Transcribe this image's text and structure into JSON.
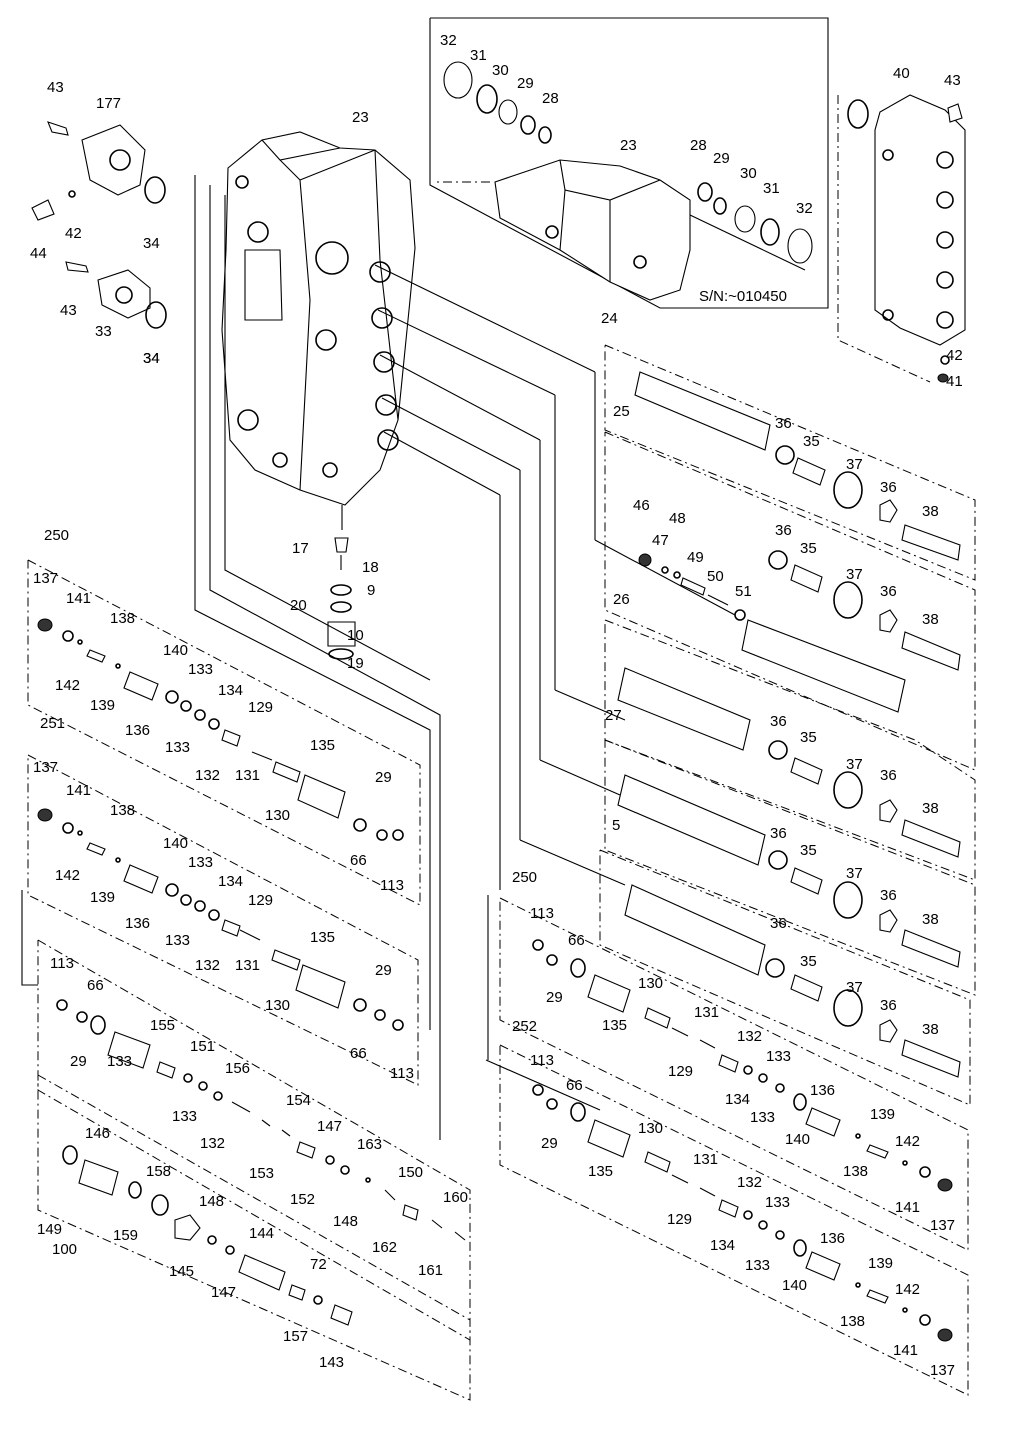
{
  "sn_note": "S/N:~010450",
  "labels": [
    "43",
    "177",
    "23",
    "32",
    "31",
    "30",
    "29",
    "28",
    "23",
    "28",
    "29",
    "30",
    "31",
    "32",
    "34",
    "40",
    "43",
    "44",
    "42",
    "34",
    "43",
    "33",
    "34",
    "42",
    "41",
    "24",
    "25",
    "36",
    "35",
    "37",
    "36",
    "38",
    "46",
    "47",
    "48",
    "49",
    "50",
    "51",
    "36",
    "35",
    "37",
    "36",
    "38",
    "17",
    "18",
    "9",
    "20",
    "10",
    "19",
    "26",
    "250",
    "137",
    "141",
    "138",
    "142",
    "139",
    "136",
    "140",
    "133",
    "133",
    "134",
    "132",
    "129",
    "131",
    "135",
    "130",
    "29",
    "66",
    "113",
    "251",
    "137",
    "141",
    "138",
    "142",
    "139",
    "136",
    "140",
    "133",
    "133",
    "134",
    "132",
    "129",
    "131",
    "135",
    "130",
    "29",
    "66",
    "113",
    "27",
    "36",
    "35",
    "37",
    "36",
    "38",
    "5",
    "36",
    "35",
    "37",
    "36",
    "38",
    "250",
    "113",
    "29",
    "66",
    "130",
    "135",
    "131",
    "129",
    "132",
    "134",
    "133",
    "133",
    "136",
    "140",
    "139",
    "138",
    "142",
    "141",
    "137",
    "36",
    "35",
    "37",
    "36",
    "38",
    "113",
    "66",
    "29",
    "155",
    "133",
    "151",
    "133",
    "156",
    "132",
    "154",
    "153",
    "147",
    "152",
    "163",
    "148",
    "150",
    "162",
    "160",
    "161",
    "146",
    "149",
    "158",
    "159",
    "148",
    "145",
    "144",
    "147",
    "72",
    "157",
    "143",
    "100",
    "252",
    "113",
    "29",
    "66",
    "130",
    "135",
    "131",
    "129",
    "132",
    "134",
    "133",
    "133",
    "136",
    "140",
    "139",
    "138",
    "142",
    "141",
    "137"
  ]
}
